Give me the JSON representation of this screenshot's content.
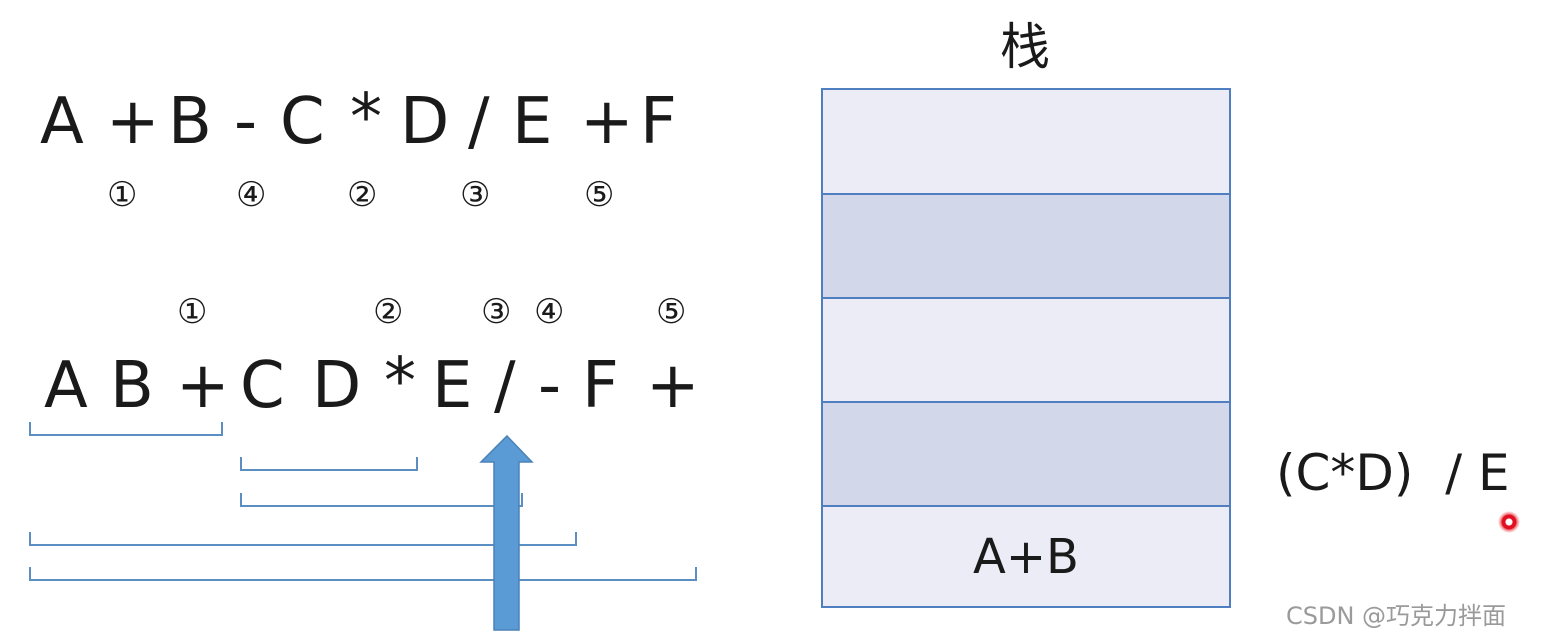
{
  "infix": {
    "tokens": [
      "A",
      "+",
      "B",
      "-",
      "C",
      "*",
      "D",
      "/",
      "E",
      "+",
      "F"
    ],
    "markers": [
      "①",
      "④",
      "②",
      "③",
      "⑤"
    ]
  },
  "postfix": {
    "tokens": [
      "A",
      "B",
      "+",
      "C",
      "D",
      "*",
      "E",
      "/",
      "-",
      "F",
      "+"
    ],
    "markers": [
      "①",
      "②",
      "③",
      "④",
      "⑤"
    ]
  },
  "stack": {
    "title": "栈",
    "cells": [
      "",
      "",
      "",
      "",
      "A+B"
    ]
  },
  "expression": {
    "text": "(C*D)  / E"
  },
  "watermark": "CSDN @巧克力拌面",
  "colors": {
    "stack_border": "#4f7fc0",
    "cell_light": "#ececf7",
    "cell_dark": "#d2d8ea",
    "bracket": "#5b8fc4",
    "arrow": "#5b9bd5",
    "pointer_dot": "#e01020"
  }
}
